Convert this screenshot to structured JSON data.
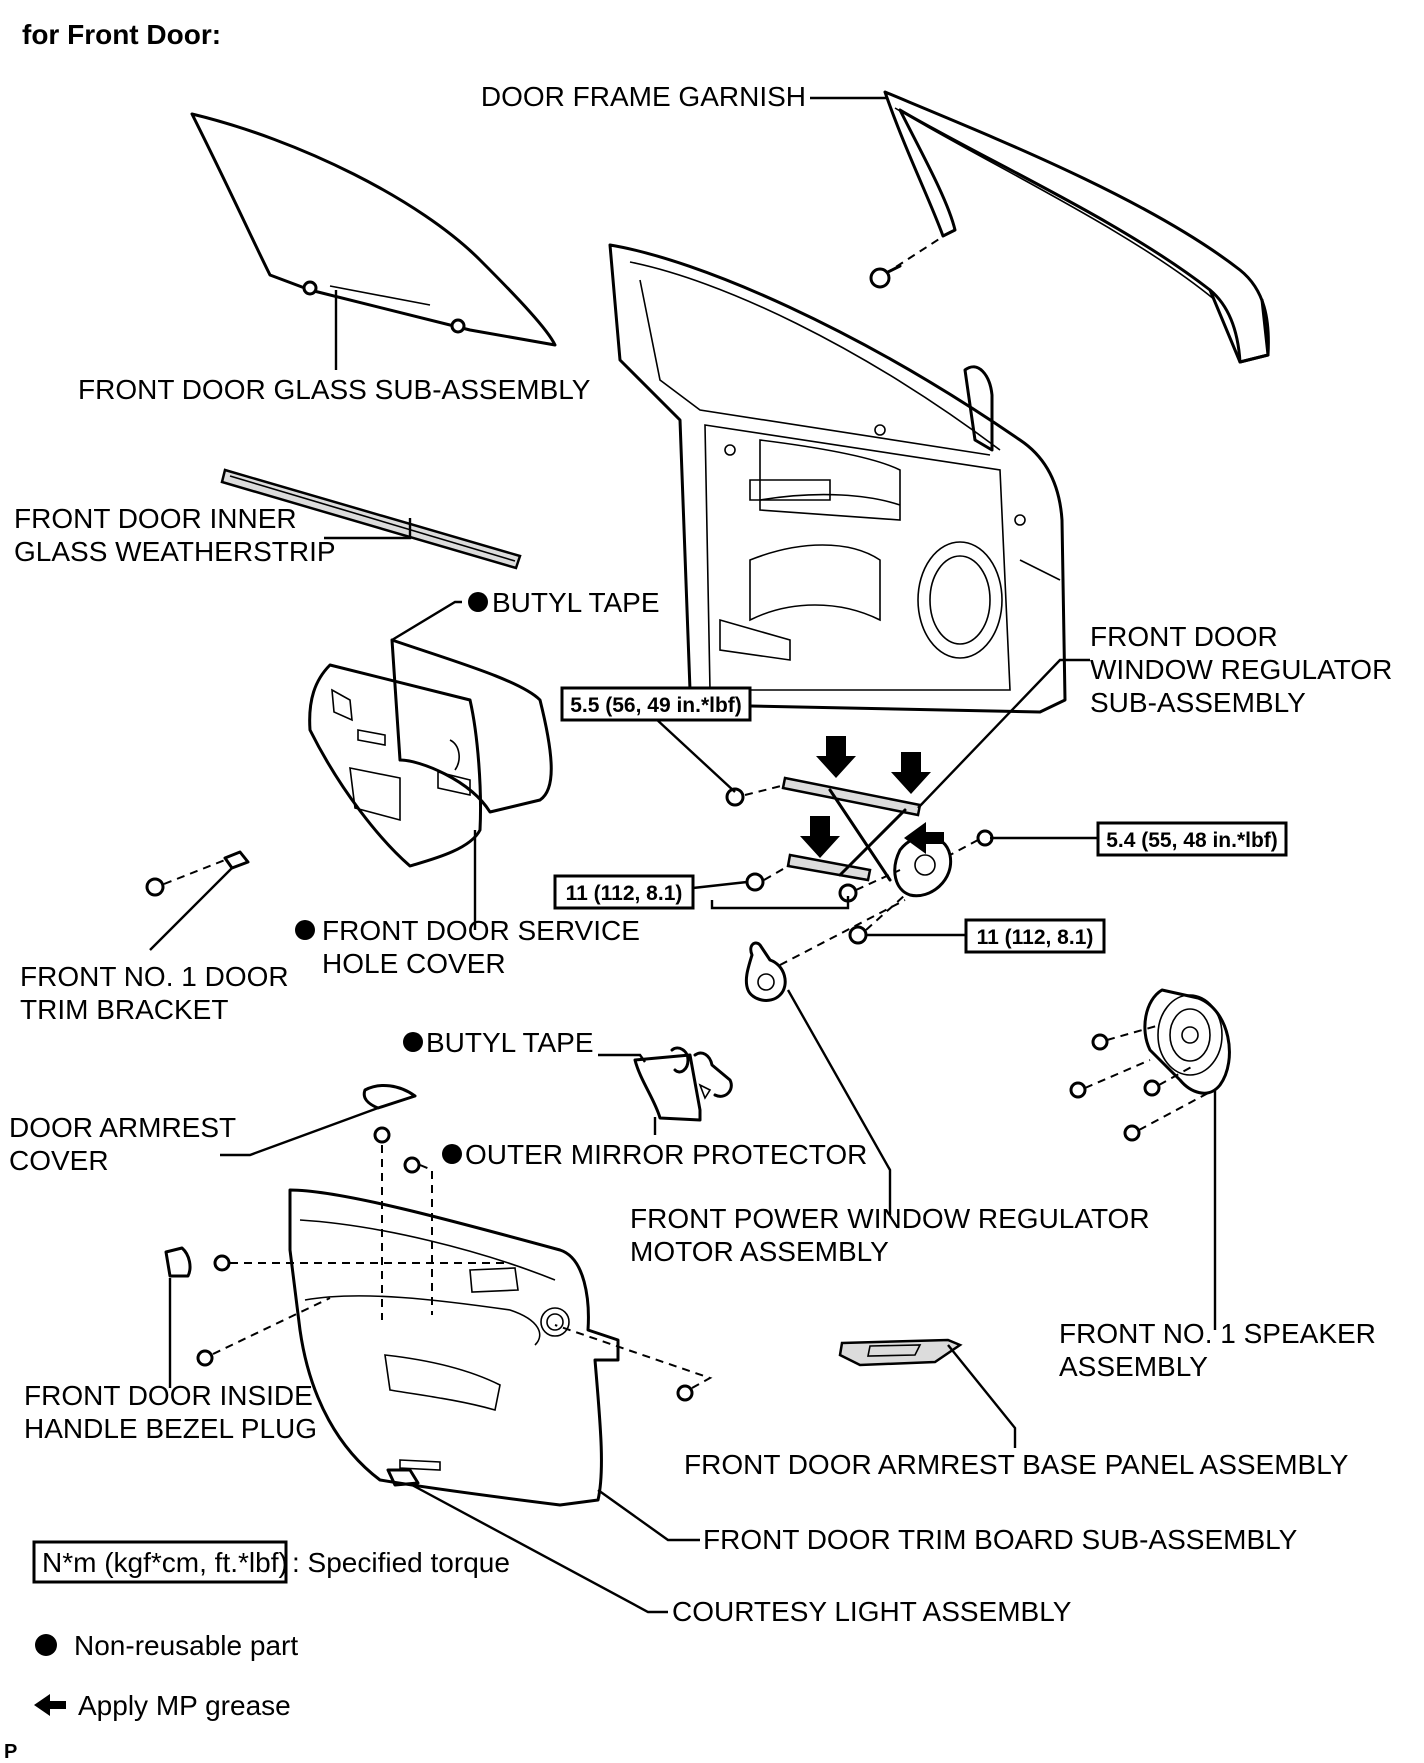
{
  "heading": "for Front Door:",
  "labels": {
    "door_frame_garnish": "DOOR FRAME GARNISH",
    "glass": "FRONT DOOR GLASS SUB-ASSEMBLY",
    "inner_weatherstrip_1": "FRONT DOOR INNER",
    "inner_weatherstrip_2": "GLASS WEATHERSTRIP",
    "butyl_tape_top": "BUTYL TAPE",
    "regulator_1": "FRONT DOOR",
    "regulator_2": "WINDOW REGULATOR",
    "regulator_3": "SUB-ASSEMBLY",
    "service_cover_1": "FRONT DOOR SERVICE",
    "service_cover_2": "HOLE COVER",
    "trim_bracket_1": "FRONT NO. 1 DOOR",
    "trim_bracket_2": "TRIM BRACKET",
    "butyl_tape_mid": "BUTYL TAPE",
    "armrest_cover_1": "DOOR ARMREST",
    "armrest_cover_2": "COVER",
    "mirror_protector": "OUTER MIRROR PROTECTOR",
    "motor_1": "FRONT POWER WINDOW REGULATOR",
    "motor_2": "MOTOR ASSEMBLY",
    "speaker_1": "FRONT NO. 1 SPEAKER",
    "speaker_2": "ASSEMBLY",
    "bezel_plug_1": "FRONT DOOR INSIDE",
    "bezel_plug_2": "HANDLE BEZEL PLUG",
    "armrest_base": "FRONT DOOR ARMREST BASE PANEL ASSEMBLY",
    "trim_board": "FRONT DOOR TRIM BOARD SUB-ASSEMBLY",
    "courtesy_light": "COURTESY LIGHT ASSEMBLY"
  },
  "torques": {
    "t1": "5.5 (56, 49 in.*lbf)",
    "t2": "5.4 (55, 48 in.*lbf)",
    "t3": "11 (112, 8.1)",
    "t4": "11 (112, 8.1)"
  },
  "legend": {
    "torque_box": "N*m (kgf*cm, ft.*lbf)",
    "torque_text": ": Specified torque",
    "nonreusable": "Non-reusable part",
    "grease": "Apply MP grease"
  },
  "corner_mark": "P"
}
